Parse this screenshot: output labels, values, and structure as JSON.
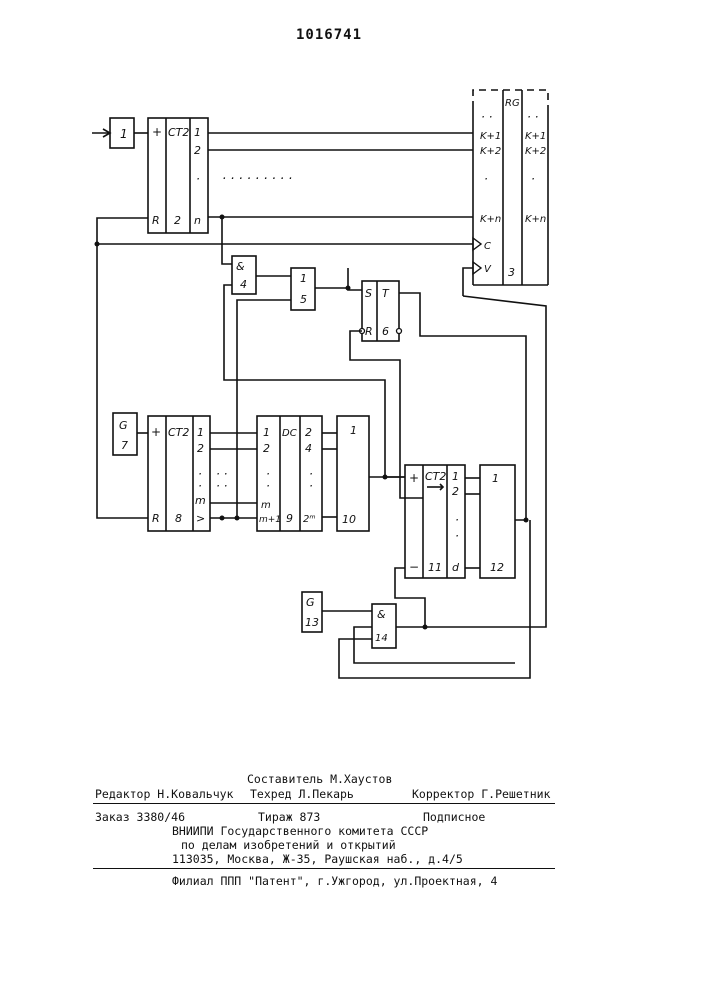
{
  "patent_number": "1016741",
  "diagram": {
    "blocks": {
      "b1": {
        "num": "1"
      },
      "ct2_top": {
        "type": "CT2",
        "num": "2",
        "in_plus": "+",
        "in_r": "R",
        "out1": "1",
        "out2": "2",
        "outn": "n"
      },
      "rg": {
        "type": "RG",
        "num": "3",
        "inputs": [
          "K+1",
          "K+2",
          "K+n"
        ],
        "outputs": [
          "K+1",
          "K+2",
          "K+n"
        ],
        "clock_c": "C",
        "clock_v": "V"
      },
      "and4": {
        "type": "&",
        "num": "4"
      },
      "or5": {
        "type": "1",
        "num": "5"
      },
      "t6": {
        "s": "S",
        "t": "T",
        "r": "R",
        "num": "6"
      },
      "g7": {
        "type": "G",
        "num": "7"
      },
      "ct2_8": {
        "type": "CT2",
        "num": "8",
        "in_plus": "+",
        "in_r": "R",
        "out1": "1",
        "out2": "2",
        "outm": "m",
        "carry": ">"
      },
      "dc9": {
        "type": "DC",
        "num": "9",
        "in1": "1",
        "in2": "2",
        "inm": "m",
        "inm1": "m+1",
        "out2": "2",
        "out4": "4",
        "out2m": "2ᵐ"
      },
      "b10": {
        "type": "1",
        "num": "10"
      },
      "ct2_11": {
        "type": "CT2",
        "num": "11",
        "in_plus": "+",
        "in_minus": "−",
        "out1": "1",
        "out2": "2",
        "outd": "d"
      },
      "b12": {
        "type": "1",
        "num": "12"
      },
      "g13": {
        "type": "G",
        "num": "13"
      },
      "and14": {
        "type": "&",
        "num": "14"
      }
    }
  },
  "imprint": {
    "compiler": "Составитель М.Хаустов",
    "editor": "Редактор Н.Ковальчук",
    "techeditor": "Техред Л.Пекарь",
    "corrector": "Корректор Г.Решетник",
    "order": "Заказ 3380/46",
    "circulation": "Тираж 873",
    "subscription": "Подписное",
    "org1": "ВНИИПИ Государственного комитета СССР",
    "org2": "по делам изобретений и открытий",
    "address": "113035, Москва, Ж-35, Раушская наб., д.4/5",
    "branch": "Филиал ППП \"Патент\", г.Ужгород, ул.Проектная, 4"
  }
}
